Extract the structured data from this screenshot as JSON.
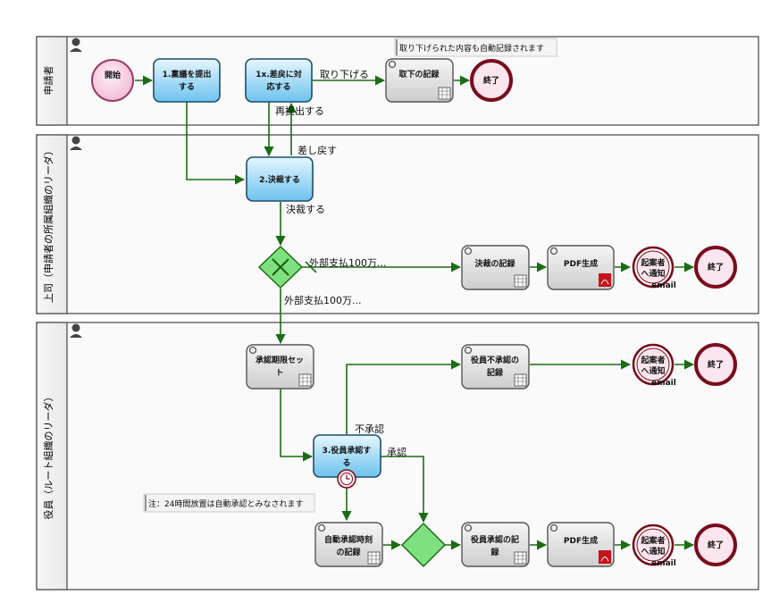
{
  "lanes": [
    {
      "label": "申請者"
    },
    {
      "label": "上司（申請者の所属組織のリーダ）"
    },
    {
      "label": "役員（ルート組織のリーダ）"
    }
  ],
  "notes": {
    "withdraw": "取り下げられた内容も自動記録されます",
    "auto_approve": "注：24時間放置は自動承認とみなされます"
  },
  "nodes": {
    "start": "開始",
    "submit_line1": "1.稟議を提出",
    "submit_line2": "する",
    "resubmit_line1": "1x.差戻に対",
    "resubmit_line2": "応する",
    "withdraw_record": "取下の記録",
    "end1": "終了",
    "decide": "2.決裁する",
    "decision_record": "決裁の記録",
    "pdf1": "PDF生成",
    "notify1_line1": "起案者",
    "notify1_line2": "へ通知",
    "notify1_sub": "email",
    "end2": "終了",
    "deadline_line1": "承認期限セッ",
    "deadline_line2": "ト",
    "reject_record_line1": "役員不承認の",
    "reject_record_line2": "記録",
    "notify2_line1": "起案者",
    "notify2_line2": "へ通知",
    "notify2_sub": "email",
    "end3": "終了",
    "approve_line1": "3.役員承認す",
    "approve_line2": "る",
    "auto_record_line1": "自動承認時刻",
    "auto_record_line2": "の記録",
    "approve_record_line1": "役員承認の記",
    "approve_record_line2": "録",
    "pdf2": "PDF生成",
    "notify3_line1": "起案者",
    "notify3_line2": "へ通知",
    "notify3_sub": "email",
    "end4": "終了"
  },
  "flows": {
    "withdraw": "取り下げる",
    "resubmit": "再提出する",
    "sendback": "差し戻す",
    "decided": "決裁する",
    "ext_small": "外部支払100万...",
    "ext_large": "外部支払100万...",
    "reject": "不承認",
    "approve": "承認"
  },
  "colors": {
    "arrow": "#1a6e12",
    "task_blue_top": "#e4f6ff",
    "task_blue_bottom": "#6fc4ef",
    "task_gray_top": "#f4f4f4",
    "task_gray_bottom": "#cfcfcf",
    "gateway": "#7ee07e",
    "end_ring": "#7a0c1c",
    "start_fill": "#f7d1e4"
  }
}
